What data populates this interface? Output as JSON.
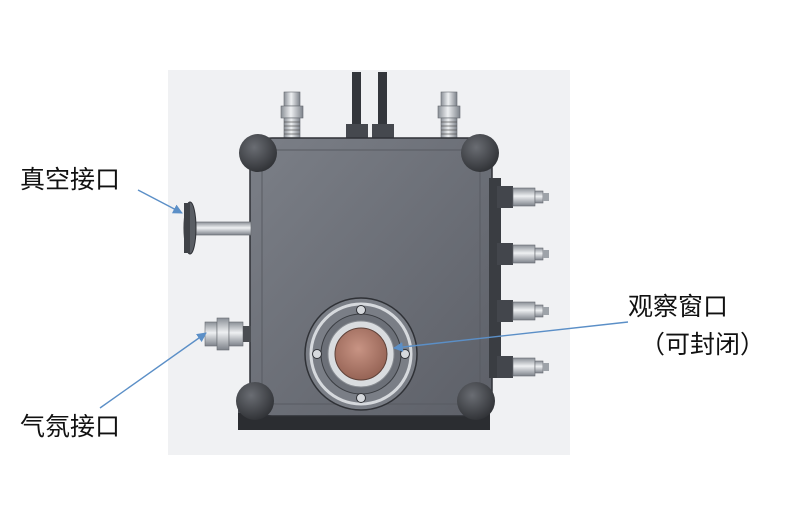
{
  "labels": {
    "vacuum_port": "真空接口",
    "gas_port": "气氛接口",
    "window_line1": "观察窗口",
    "window_line2": "（可封闭）"
  },
  "colors": {
    "body": "#6e7178",
    "body_dark": "#3e4046",
    "chrome": "#cfd3d8",
    "pointer": "#5b8fc7",
    "window_glass": "#b07a6a"
  }
}
